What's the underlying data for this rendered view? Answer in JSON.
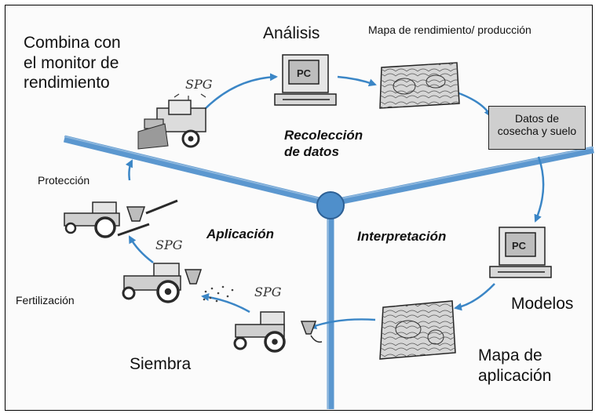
{
  "labels": {
    "combine": "Combina con\nel monitor de\nrendimiento",
    "analysis": "Análisis",
    "yield_map": "Mapa de rendimiento/ producción",
    "data_box": "Datos de\ncosecha y suelo",
    "protection": "Protección",
    "fertilization": "Fertilización",
    "sowing": "Siembra",
    "models": "Modelos",
    "application_map": "Mapa de\naplicación"
  },
  "phases": {
    "collection": "Recolección\nde datos",
    "application": "Aplicación",
    "interpretation": "Interpretación"
  },
  "gps_tags": [
    "SPG",
    "SPG",
    "SPG"
  ],
  "pc_labels": [
    "PC",
    "PC"
  ],
  "colors": {
    "branch": "#5b97cf",
    "arrow": "#3b86c6",
    "frame": "#000000",
    "machine": "#2a2a2a"
  }
}
